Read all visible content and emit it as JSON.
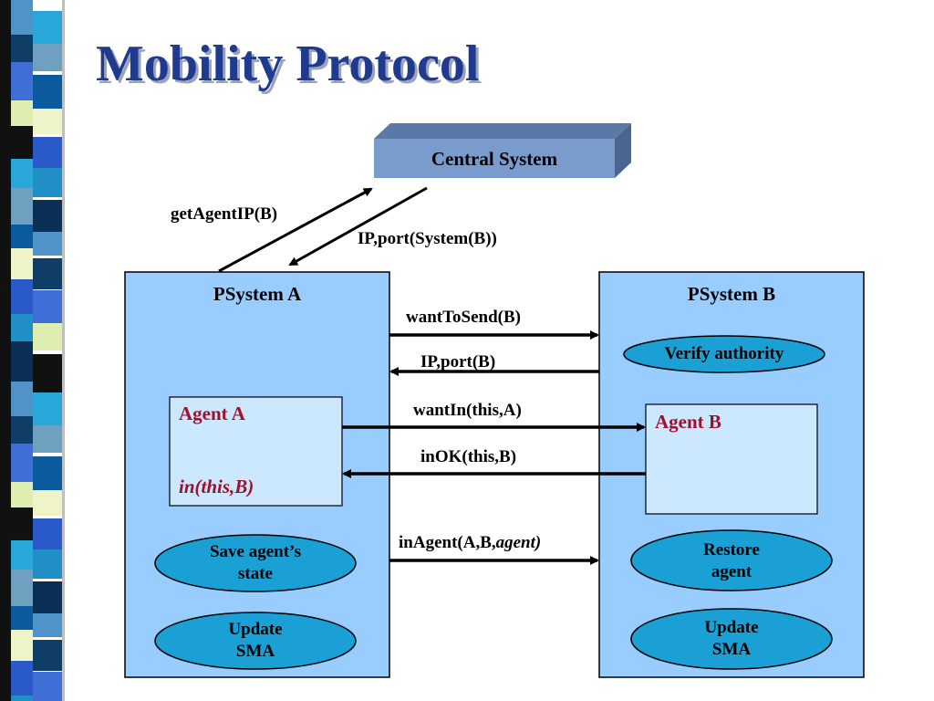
{
  "slide": {
    "title": "Mobility Protocol"
  },
  "colors": {
    "title": "#1f3b8f",
    "system_fill": "#99ccff",
    "agent_fill": "#cce8ff",
    "oval_fill": "#1aa0d4",
    "central_front": "#7a9ccc",
    "central_top": "#5b79a6",
    "agent_text": "#a0102a"
  },
  "central_system": {
    "label": "Central System"
  },
  "psystem_a": {
    "label": "PSystem A",
    "agent": {
      "title": "Agent A",
      "call": "in(this,B)"
    },
    "ovals": {
      "save_state": "Save agent’s\nstate",
      "update_sma": "Update\nSMA"
    }
  },
  "psystem_b": {
    "label": "PSystem B",
    "agent": {
      "title": "Agent B"
    },
    "ovals": {
      "verify": "Verify authority",
      "restore": "Restore\nagent",
      "update_sma": "Update\nSMA"
    }
  },
  "messages": {
    "get_agent_ip": "getAgentIP(B)",
    "ip_port_system": "IP,port(System(B))",
    "want_to_send": "wantToSend(B)",
    "ip_port": "IP,port(B)",
    "want_in": "wantIn(this,A)",
    "in_ok": "inOK(this,B)",
    "in_agent_prefix": "inAgent(A,B,",
    "in_agent_italic": "agent)"
  }
}
